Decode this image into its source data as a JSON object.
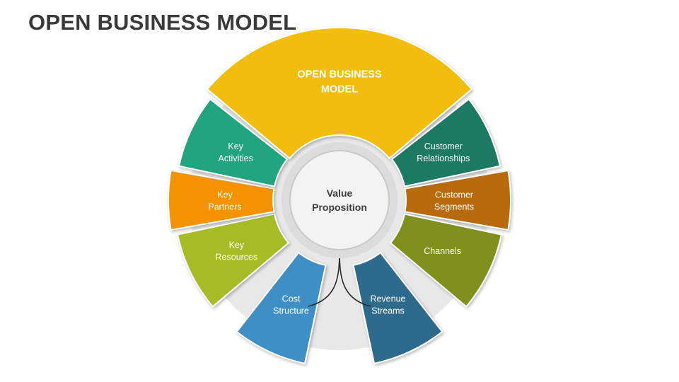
{
  "title": "OPEN BUSINESS MODEL",
  "center": {
    "lines": [
      "Value",
      "Proposition"
    ]
  },
  "colors": {
    "ring": "#e8e8e8",
    "hub": "#f3f3f3",
    "hub_border": "#c9c9c9",
    "arrow": "#2b2b2b"
  },
  "segments": [
    {
      "id": "open-business-model",
      "lines": [
        "OPEN BUSINESS",
        "MODEL"
      ],
      "color": "#f2bd0f"
    },
    {
      "id": "customer-relationships",
      "lines": [
        "Customer",
        "Relationships"
      ],
      "color": "#1b7a62"
    },
    {
      "id": "customer-segments",
      "lines": [
        "Customer",
        "Segments"
      ],
      "color": "#b86a08"
    },
    {
      "id": "channels",
      "lines": [
        "Channels"
      ],
      "color": "#7f901f"
    },
    {
      "id": "revenue-streams",
      "lines": [
        "Revenue",
        "Streams"
      ],
      "color": "#2f6a8c"
    },
    {
      "id": "cost-structure",
      "lines": [
        "Cost",
        "Structure"
      ],
      "color": "#3e8fc6"
    },
    {
      "id": "key-resources",
      "lines": [
        "Key",
        "Resources"
      ],
      "color": "#a6bb26"
    },
    {
      "id": "key-partners",
      "lines": [
        "Key",
        "Partners"
      ],
      "color": "#f59200"
    },
    {
      "id": "key-activities",
      "lines": [
        "Key",
        "Activities"
      ],
      "color": "#22a47e"
    }
  ]
}
